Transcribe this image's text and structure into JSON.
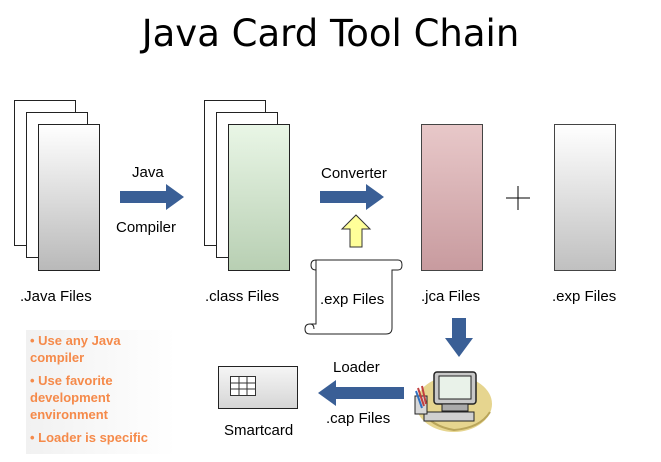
{
  "title": "Java Card Tool Chain",
  "labels": {
    "java_files": ".Java Files",
    "class_files": ".class Files",
    "exp_files_scroll": ".exp Files",
    "jca_files": ".jca Files",
    "exp_files": ".exp Files",
    "compiler_top": "Java",
    "compiler_bottom": "Compiler",
    "converter": "Converter",
    "loader": "Loader",
    "cap_files": ".cap Files",
    "smartcard": "Smartcard"
  },
  "notes": [
    "• Use any Java compiler",
    "• Use favorite development environment",
    "• Loader is specific"
  ],
  "colors": {
    "arrow": "#3a5f96",
    "converter_input_arrow": "#ffff99",
    "class_gradient": "#c9e6c3",
    "jca_gradient": "#cfa4a8",
    "note_text": "#f58a4a"
  },
  "icons": {
    "computer": "computer-clipart-icon",
    "chip": "smartcard-chip-icon"
  }
}
